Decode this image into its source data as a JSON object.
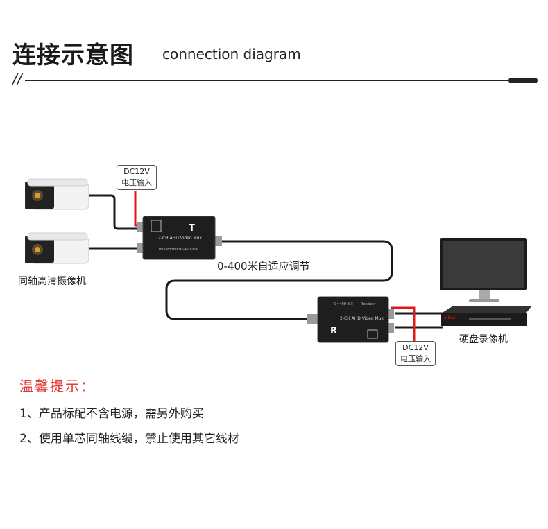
{
  "header": {
    "title_cn": "连接示意图",
    "title_en": "connection diagram",
    "slashes": "//"
  },
  "diagram": {
    "camera_label": "同轴高清摄像机",
    "nvr_label": "硬盘录像机",
    "distance_label": "0-400米自适应调节",
    "power_top": {
      "line1": "DC12V",
      "line2": "电压输入"
    },
    "power_bottom": {
      "line1": "DC12V",
      "line2": "电压输入"
    },
    "transmitter": {
      "letter": "T",
      "model": "2-CH AHD Video Mux",
      "role": "Transmitter",
      "spec": "0~400 ①①"
    },
    "receiver": {
      "letter": "R",
      "model": "2-CH AHD Video Mux",
      "role": "Receiver",
      "spec": "0~400 ①①"
    },
    "nvr_brand": "alhua"
  },
  "tips": {
    "title": "温馨提示：",
    "items": [
      "1、产品标配不含电源，需另外购买",
      "2、使用单芯同轴线缆，禁止使用其它线材"
    ]
  },
  "colors": {
    "power_wire": "#e0191a",
    "cable": "#1a1a1a",
    "tips_title": "#e23a3a"
  }
}
